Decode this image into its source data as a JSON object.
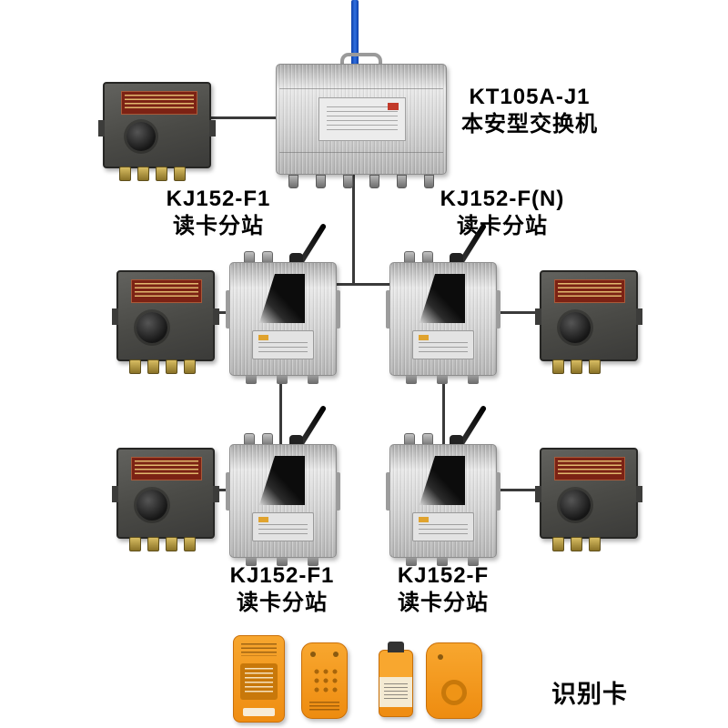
{
  "labels": {
    "switch": {
      "model": "KT105A-J1",
      "name": "本安型交换机"
    },
    "substation_top_left": {
      "model": "KJ152-F1",
      "name": "读卡分站"
    },
    "substation_top_right": {
      "model": "KJ152-F(N)",
      "name": "读卡分站"
    },
    "substation_bottom_left": {
      "model": "KJ152-F1",
      "name": "读卡分站"
    },
    "substation_bottom_right": {
      "model": "KJ152-F",
      "name": "读卡分站"
    },
    "cards": "识别卡"
  },
  "colors": {
    "cable": "#1c53c8",
    "connection_line": "#3a3a3a",
    "steel": "#d6d6d6",
    "junction_box": "#4a4a46",
    "brass_gland": "#b99a45",
    "card_orange": "#f59b20",
    "label_plate_red": "#7c2214"
  }
}
